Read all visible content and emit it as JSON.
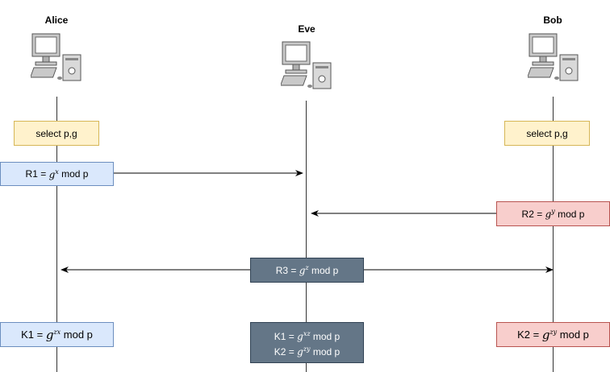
{
  "actors": {
    "alice": "Alice",
    "eve": "Eve",
    "bob": "Bob"
  },
  "boxes": {
    "alice_select": "select p,g",
    "bob_select": "select p,g",
    "r1": {
      "prefix": "R1 = ",
      "base": "g",
      "exp": "x",
      "suffix": " mod p"
    },
    "r2": {
      "prefix": "R2 = ",
      "base": "g",
      "exp": "y",
      "suffix": " mod p"
    },
    "r3": {
      "prefix": "R3 = ",
      "base": "g",
      "exp": "z",
      "suffix": " mod p"
    },
    "alice_k1": {
      "prefix": "K1 = ",
      "base": "g",
      "exp": "zx",
      "suffix": " mod p"
    },
    "eve_k1": {
      "prefix": "K1 = ",
      "base": "g",
      "exp": "xz",
      "suffix": " mod p"
    },
    "eve_k2": {
      "prefix": "K2 = ",
      "base": "g",
      "exp": "zy",
      "suffix": " mod p"
    },
    "bob_k2": {
      "prefix": "K2 = ",
      "base": "g",
      "exp": "zy",
      "suffix": " mod p"
    }
  },
  "colors": {
    "yellow_fill": "#fff2cc",
    "blue_fill": "#dae8fc",
    "red_fill": "#f8cecc",
    "dark_fill": "#647687"
  },
  "icons": [
    "computer-icon"
  ]
}
